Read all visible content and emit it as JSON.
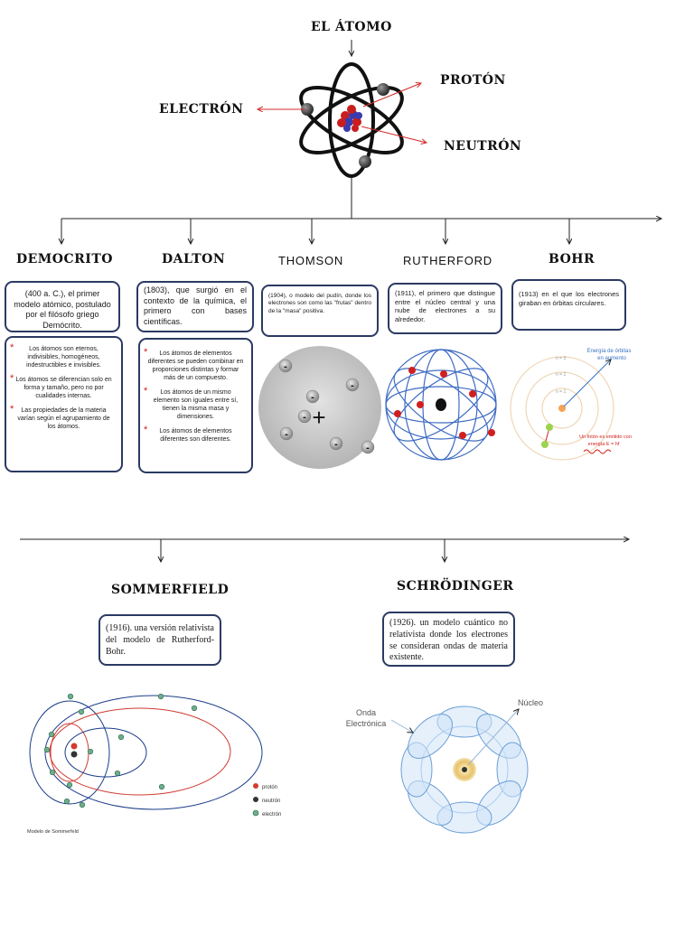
{
  "header": {
    "title": "EL ÁTOMO",
    "labels": {
      "proton": "PROTÓN",
      "electron": "ELECTRÓN",
      "neutron": "NEUTRÓN"
    }
  },
  "row1": [
    {
      "name": "DEMOCRITO",
      "text": "(400 a. C.), el primer modelo atómico, postulado por el filósofo griego Demócrito.",
      "points": [
        "Los átomos son eternos, indivisibles, homogéneos, indestructibles e invisibles.",
        "Los átomos se diferencian solo en forma y tamaño, pero no por cualidades internas.",
        "Las propiedades de la materia varían según el agrupamiento de los átomos."
      ]
    },
    {
      "name": "DALTON",
      "text": "(1803), que surgió en el contexto de la química, el primero con bases científicas.",
      "points": [
        "Los átomos de elementos diferentes se pueden combinar en proporciones distintas y formar más de un compuesto.",
        "Los átomos de un mismo elemento son iguales entre sí, tienen la misma masa y dimensiones.",
        "Los átomos de elementos diferentes son diferentes."
      ]
    },
    {
      "name": "THOMSON",
      "text": "(1904), o modelo del pudín, donde los electrones son como las \"frutas\" dentro de la \"masa\" positiva."
    },
    {
      "name": "RUTHERFORD",
      "text": "(1911), el primero que distingue entre el núcleo central y una nube de electrones a su alrededor."
    },
    {
      "name": "BOHR",
      "text": "(1913) en el que los electrones giraban en órbitas circulares."
    }
  ],
  "bohr_fig": {
    "energy_label_1": "Energía de órbitas",
    "energy_label_2": "en aumento",
    "n3": "n = 3",
    "n2": "n = 2",
    "n1": "n = 1",
    "photon_1": "Un fotón es emitido con",
    "photon_2": "energía E = hf"
  },
  "thomson_fig": {
    "minus": "-",
    "plus": "+"
  },
  "row2": [
    {
      "name": "SOMMERFIELD",
      "text": "(1916). una versión relativista del modelo de Rutherford-Bohr."
    },
    {
      "name": "SCHRÖDINGER",
      "text": "(1926). un modelo cuántico no relativista donde los electrones se consideran ondas de materia existente."
    }
  ],
  "sommerfeld_fig": {
    "caption": "Modelo de Sommerfeld",
    "legend": [
      "protón",
      "neutrón",
      "electrón"
    ],
    "colors": {
      "proton": "#d23b2e",
      "neutron": "#333333",
      "electron": "#6fae8c"
    }
  },
  "schrodinger_fig": {
    "label_wave_1": "Onda",
    "label_wave_2": "Electrónica",
    "label_nucleus": "Núcleo"
  }
}
